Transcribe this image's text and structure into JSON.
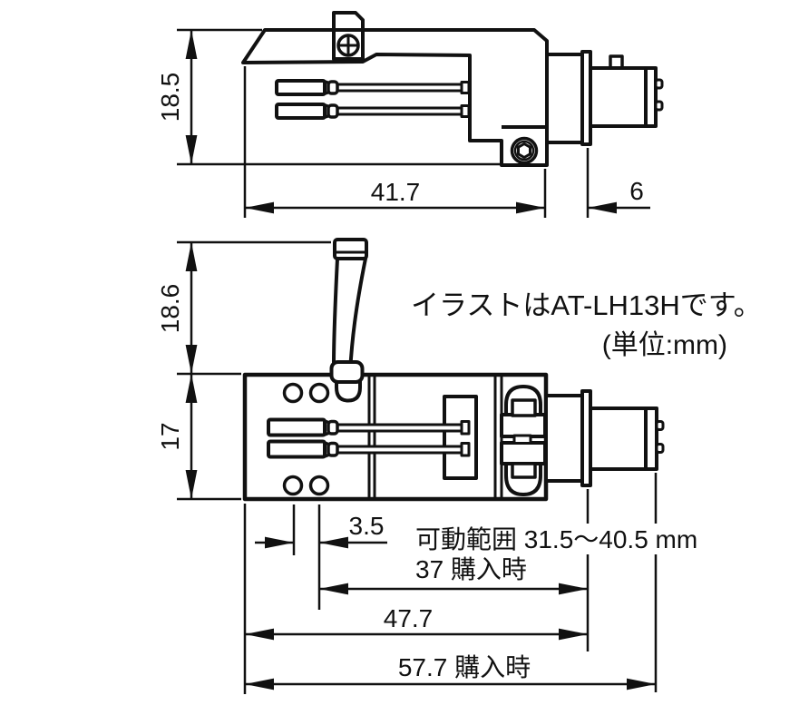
{
  "note": {
    "model_line": "イラストはAT-LH13Hです。",
    "unit_line": "(単位:mm)"
  },
  "side_view": {
    "height_label": "18.5",
    "length_label": "41.7",
    "connector_label": "6"
  },
  "top_view": {
    "lift_height_label": "18.6",
    "width_label": "17",
    "pitch_label": "3.5",
    "movable_range_label": "可動範囲 31.5〜40.5 mm",
    "default_overhang_label": "37 購入時",
    "inner_length_label": "47.7",
    "overall_length_label": "57.7 購入時"
  },
  "colors": {
    "ink": "#111111",
    "paper": "#ffffff"
  }
}
